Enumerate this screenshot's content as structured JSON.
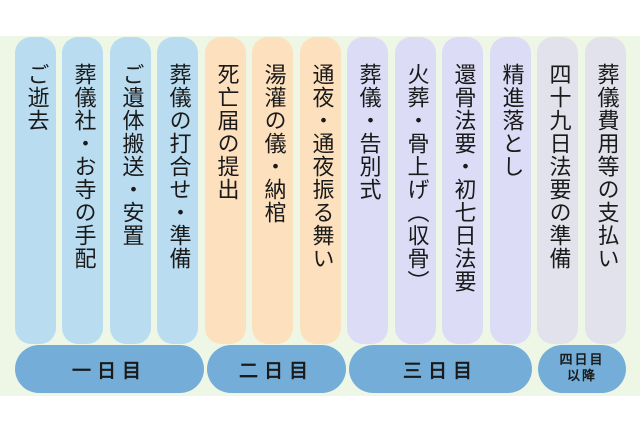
{
  "colors": {
    "background_band": "#eef6e6",
    "day1": "#b9dcf0",
    "day2": "#fde0bd",
    "day3": "#dcdcf6",
    "day4": "#e2e2ec",
    "pill": "#74aed8"
  },
  "steps": [
    {
      "label": "ご逝去",
      "day": 1
    },
    {
      "label": "葬儀社・お寺の手配",
      "day": 1
    },
    {
      "label": "ご遺体搬送・安置",
      "day": 1
    },
    {
      "label": "葬儀の打合せ・準備",
      "day": 1
    },
    {
      "label": "死亡届の提出",
      "day": 2
    },
    {
      "label": "湯灌の儀・納棺",
      "day": 2
    },
    {
      "label": "通夜・通夜振る舞い",
      "day": 2
    },
    {
      "label": "葬儀・告別式",
      "day": 3
    },
    {
      "label": "火葬・骨上げ（収骨）",
      "day": 3
    },
    {
      "label": "還骨法要・初七日法要",
      "day": 3
    },
    {
      "label": "精進落とし",
      "day": 3
    },
    {
      "label": "四十九日法要の準備",
      "day": 4
    },
    {
      "label": "葬儀費用等の支払い",
      "day": 4
    }
  ],
  "days": [
    {
      "label": "一日目"
    },
    {
      "label": "二日目"
    },
    {
      "label": "三日目"
    },
    {
      "label": "四日目\n以降",
      "line1": "四日目",
      "line2": "以降"
    }
  ]
}
